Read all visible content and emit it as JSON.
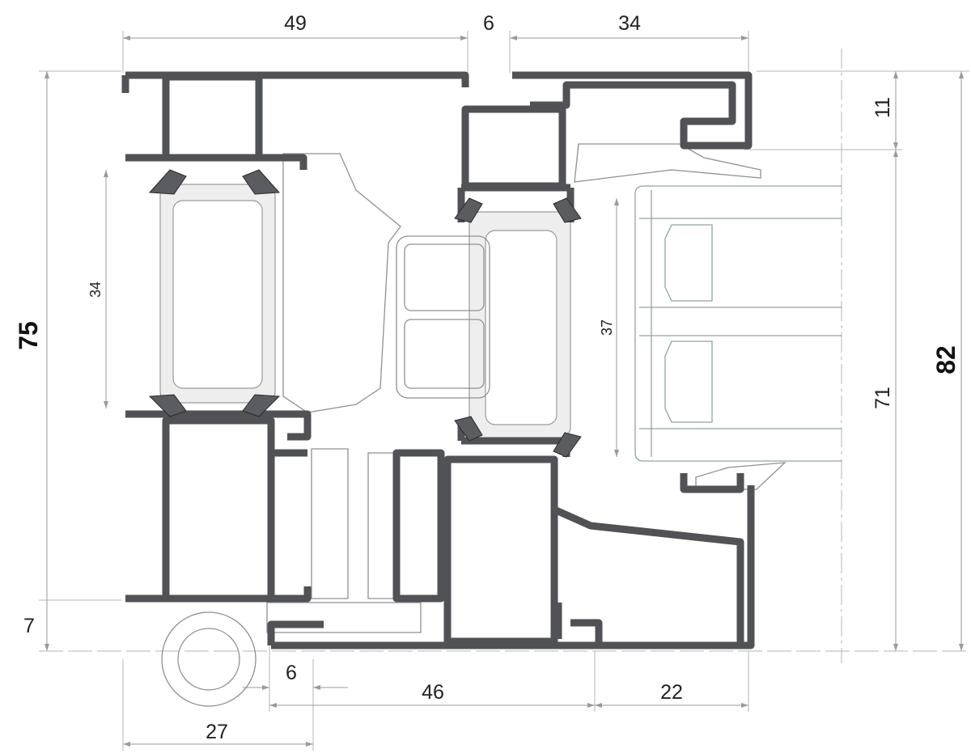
{
  "title": "Window profile cross-section",
  "dimensions": {
    "top_left_width": "49",
    "top_gap": "6",
    "top_right_width": "34",
    "overall_height_left": "75",
    "overall_height_right": "82",
    "right_top_height": "11",
    "right_glass_height": "71",
    "left_glazing": "34",
    "sash_glazing": "37",
    "bottom_offset": "7",
    "bottom_small": "6",
    "bottom_center": "46",
    "bottom_right": "22",
    "bottom_left": "27"
  },
  "colors": {
    "aluminium": "#505256",
    "dimension_line": "#9a9a9a",
    "glass": "#8fa3a3"
  }
}
